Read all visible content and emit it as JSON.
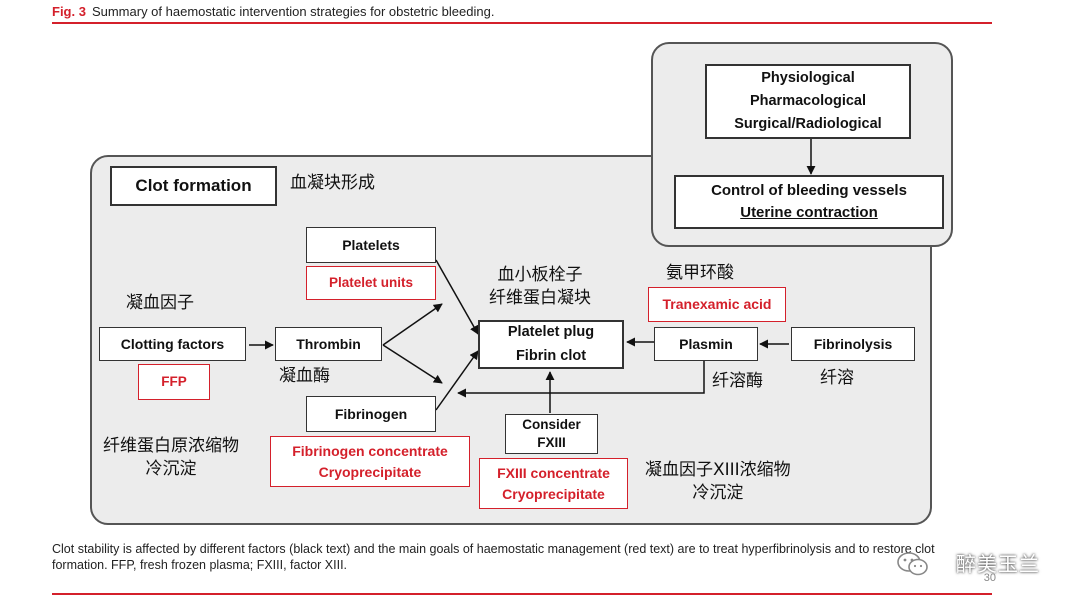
{
  "figure": {
    "label": "Fig. 3",
    "title": "Summary of haemostatic intervention strategies for obstetric bleeding."
  },
  "control_panel": {
    "methods": [
      "Physiological",
      "Pharmacological",
      "Surgical/Radiological"
    ],
    "targets": [
      "Control of bleeding vessels",
      "Uterine contraction"
    ]
  },
  "clot_panel": {
    "title": "Clot formation",
    "title_zh": "血凝块形成"
  },
  "nodes": {
    "platelets": "Platelets",
    "platelet_units": "Platelet units",
    "clotting_factors": "Clotting factors",
    "clotting_factors_zh": "凝血因子",
    "ffp": "FFP",
    "thrombin": "Thrombin",
    "thrombin_zh": "凝血酶",
    "fibrinogen": "Fibrinogen",
    "fibrinogen_treatment": [
      "Fibrinogen concentrate",
      "Cryoprecipitate"
    ],
    "fibrinogen_zh": [
      "纤维蛋白原浓缩物",
      "冷沉淀"
    ],
    "clot": [
      "Platelet plug",
      "Fibrin clot"
    ],
    "clot_zh": [
      "血小板栓子",
      "纤维蛋白凝块"
    ],
    "plasmin": "Plasmin",
    "plasmin_zh": "纤溶酶",
    "tranexamic_acid": "Tranexamic acid",
    "tranexamic_acid_zh": "氨甲环酸",
    "fibrinolysis": "Fibrinolysis",
    "fibrinolysis_zh": "纤溶",
    "consider_fxiii": [
      "Consider",
      "FXIII"
    ],
    "fxiii_treatment": [
      "FXIII concentrate",
      "Cryoprecipitate"
    ],
    "fxiii_zh": [
      "凝血因子XIII浓缩物",
      "冷沉淀"
    ]
  },
  "caption": {
    "text": "Clot stability is affected by different factors (black text) and the main goals of haemostatic management (red text) are to treat hyperfibrinolysis and to restore clot formation. FFP, fresh frozen plasma; FXIII, factor XIII."
  },
  "page_number": "30",
  "watermark": "醉美玉兰",
  "colors": {
    "accent_red": "#d4202b",
    "panel_gray": "#ececec",
    "border_dark": "#333333"
  },
  "icons": [
    "wechat-icon"
  ]
}
